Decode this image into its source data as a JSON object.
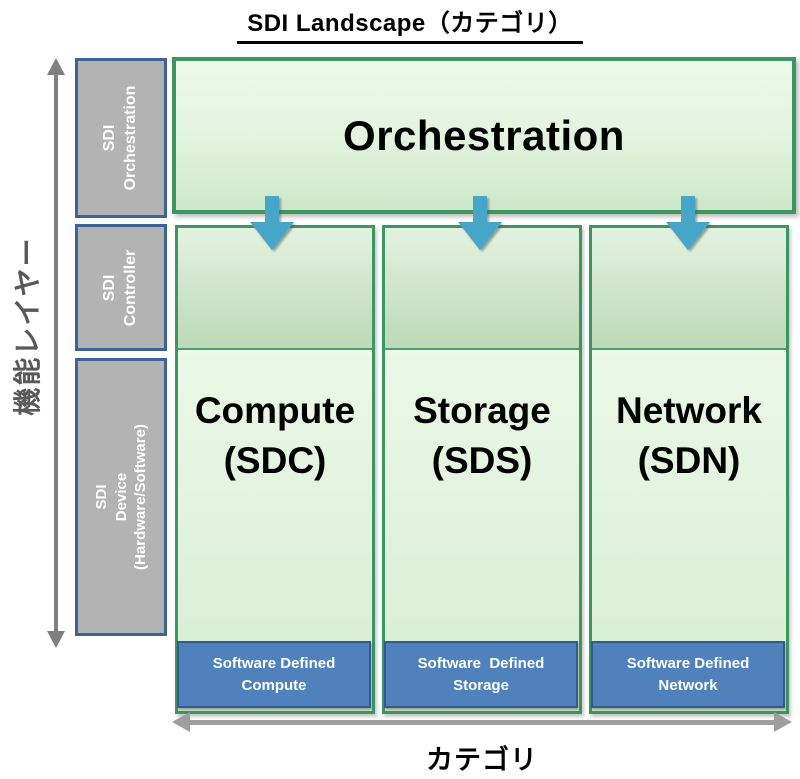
{
  "title": "SDI Landscape（カテゴリ）",
  "axes": {
    "vertical_label": "機能レイヤー",
    "horizontal_label": "カテゴリ"
  },
  "layers": [
    {
      "label": "SDI\nOrchestration"
    },
    {
      "label": "SDI\nController"
    },
    {
      "label": "SDI\nDevice\n(Hardware/Software)"
    }
  ],
  "orchestration_label": "Orchestration",
  "columns": [
    {
      "title": "Compute\n(SDC)",
      "footer": "Software Defined\nCompute"
    },
    {
      "title": "Storage\n(SDS)",
      "footer": "Software  Defined\nStorage"
    },
    {
      "title": "Network\n(SDN)",
      "footer": "Software Defined\nNetwork"
    }
  ],
  "colors": {
    "green_border": "#3b9660",
    "green_fill_light": "#e9f6e5",
    "green_fill_dark": "#bcd9b8",
    "blue_fill": "#4f81bd",
    "blue_border": "#36598c",
    "arrow_blue": "#45a6c8",
    "gray_box_fill": "#b3b3b3",
    "gray_box_border": "#3d6396",
    "axis_gray": "#7f7f7f"
  }
}
